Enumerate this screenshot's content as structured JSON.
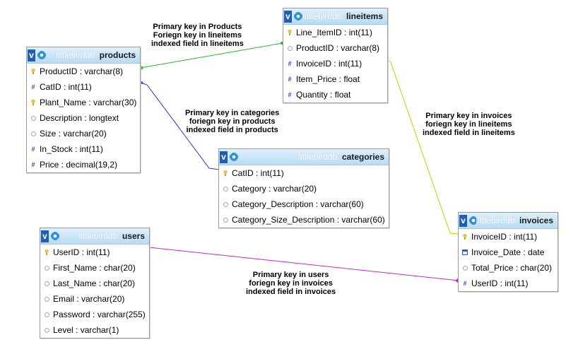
{
  "db_prefix": "littlebirddb.",
  "tables": {
    "products": {
      "name": "products",
      "fields": [
        {
          "label": "ProductID : varchar(8)",
          "icon": "key-icon"
        },
        {
          "label": "CatID : int(11)",
          "icon": "numeric-field-icon"
        },
        {
          "label": "Plant_Name : varchar(30)",
          "icon": "key-icon"
        },
        {
          "label": "Description : longtext",
          "icon": "text-field-icon"
        },
        {
          "label": "Size : varchar(20)",
          "icon": "text-field-icon"
        },
        {
          "label": "In_Stock : int(11)",
          "icon": "numeric-field-icon"
        },
        {
          "label": "Price : decimal(19,2)",
          "icon": "numeric-field-icon"
        }
      ]
    },
    "lineitems": {
      "name": "lineitems",
      "fields": [
        {
          "label": "Line_ItemID : int(11)",
          "icon": "key-icon"
        },
        {
          "label": "ProductID : varchar(8)",
          "icon": "text-field-icon"
        },
        {
          "label": "InvoiceID : int(11)",
          "icon": "numeric-field-icon"
        },
        {
          "label": "Item_Price : float",
          "icon": "numeric-field-icon"
        },
        {
          "label": "Quantity : float",
          "icon": "numeric-field-icon"
        }
      ]
    },
    "categories": {
      "name": "categories",
      "fields": [
        {
          "label": "CatID : int(11)",
          "icon": "key-icon"
        },
        {
          "label": "Category : varchar(20)",
          "icon": "text-field-icon"
        },
        {
          "label": "Category_Description : varchar(60)",
          "icon": "text-field-icon"
        },
        {
          "label": "Category_Size_Description : varchar(60)",
          "icon": "text-field-icon"
        }
      ]
    },
    "users": {
      "name": "users",
      "fields": [
        {
          "label": "UserID : int(11)",
          "icon": "key-icon"
        },
        {
          "label": "First_Name : char(20)",
          "icon": "text-field-icon"
        },
        {
          "label": "Last_Name : char(20)",
          "icon": "text-field-icon"
        },
        {
          "label": "Email : varchar(20)",
          "icon": "text-field-icon"
        },
        {
          "label": "Password : varchar(255)",
          "icon": "text-field-icon"
        },
        {
          "label": "Level : varchar(1)",
          "icon": "text-field-icon"
        }
      ]
    },
    "invoices": {
      "name": "invoices",
      "fields": [
        {
          "label": "InvoiceID : int(11)",
          "icon": "key-icon"
        },
        {
          "label": "Invoice_Date : date",
          "icon": "date-field-icon"
        },
        {
          "label": "Total_Price : char(20)",
          "icon": "text-field-icon"
        },
        {
          "label": "UserID : int(11)",
          "icon": "numeric-field-icon"
        }
      ]
    }
  },
  "relations": [
    {
      "from": "products.ProductID",
      "to": "lineitems.ProductID",
      "color": "#22bb22",
      "note": [
        "Primary key in Products",
        "Foriegn key in lineitems",
        "indexed field in lineitems"
      ]
    },
    {
      "from": "products.CatID",
      "to": "categories.CatID",
      "color": "#3333cc",
      "note": [
        "Primary key in categories",
        "foriegn key in products",
        "indexed field in products"
      ]
    },
    {
      "from": "lineitems.InvoiceID",
      "to": "invoices.InvoiceID",
      "color": "#cccc00",
      "note": [
        "Primary key in invoices",
        "foriegn key in lineitems",
        "indexed field in lineitems"
      ]
    },
    {
      "from": "users.UserID",
      "to": "invoices.UserID",
      "color": "#cc22cc",
      "note": [
        "Primary key in users",
        "foriegn key in invoices",
        "indexed field in invoices"
      ]
    }
  ]
}
